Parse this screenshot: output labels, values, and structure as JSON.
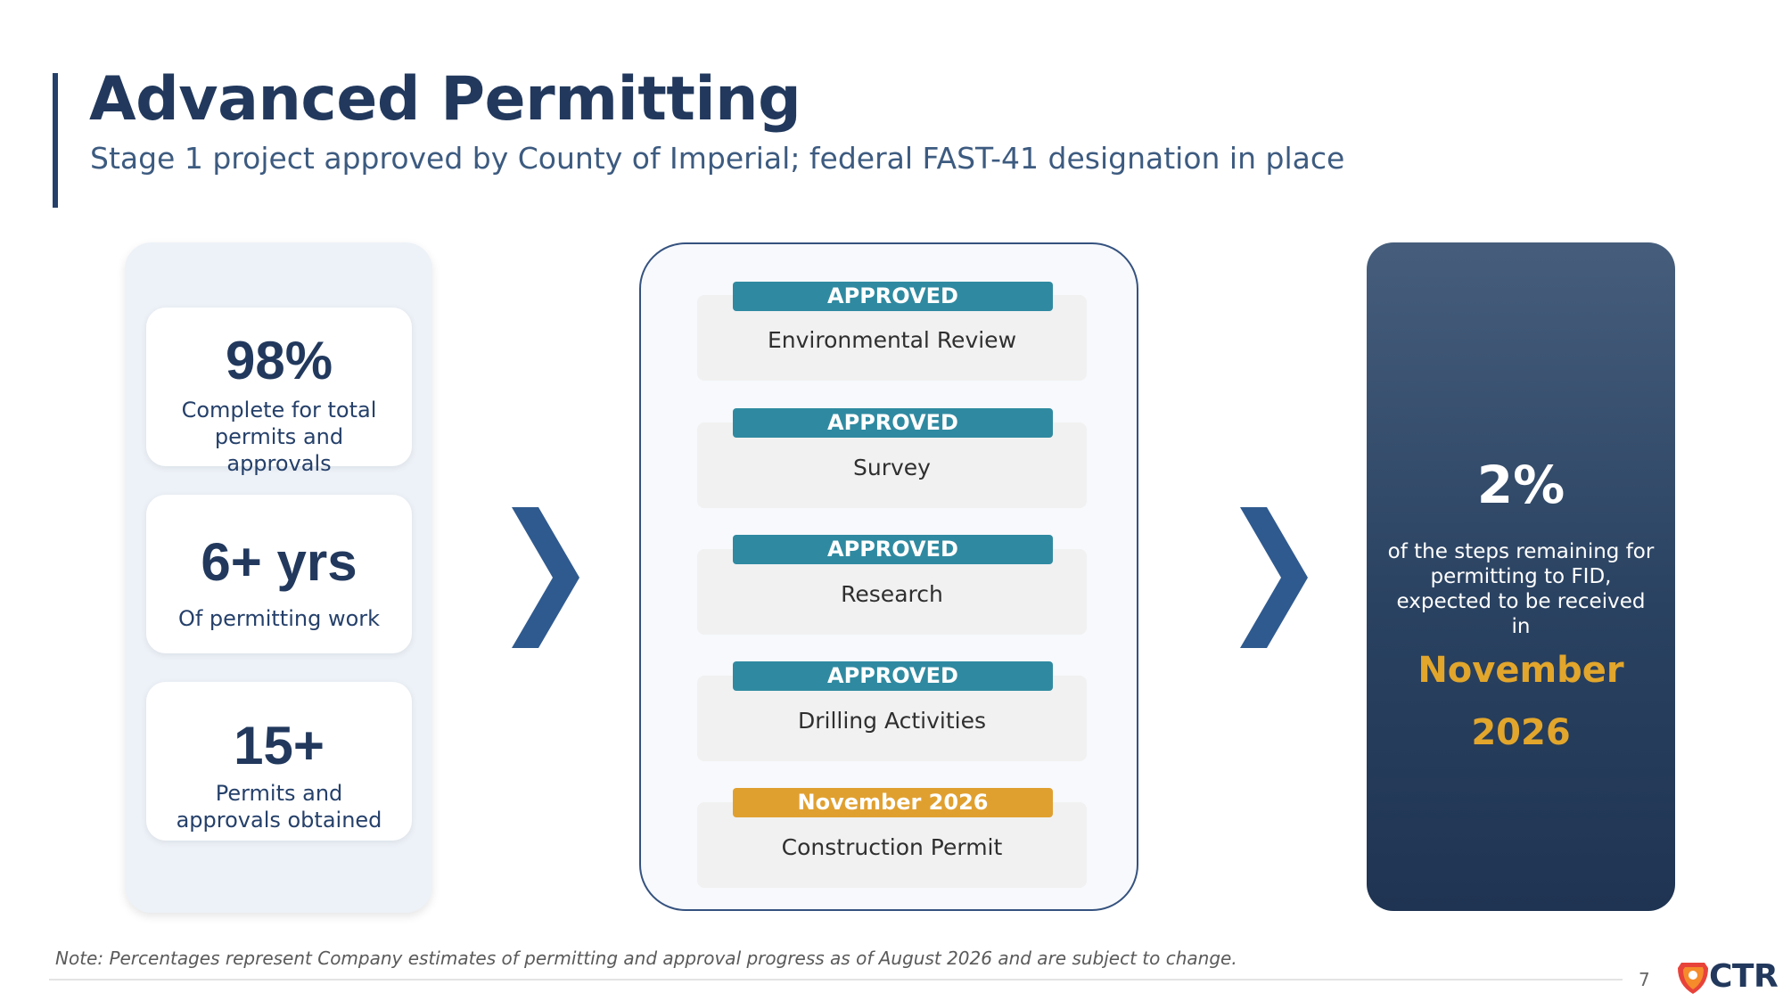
{
  "header": {
    "title": "Advanced Permitting",
    "subtitle": "Stage 1 project approved by County of Imperial; federal FAST-41 designation in place"
  },
  "stats": [
    {
      "value": "98%",
      "label": "Complete for total permits and approvals"
    },
    {
      "value": "6+ yrs",
      "label": "Of permitting work"
    },
    {
      "value": "15+",
      "label": "Permits and approvals obtained"
    }
  ],
  "permits": [
    {
      "badge": "APPROVED",
      "label": "Environmental Review",
      "status": "approved"
    },
    {
      "badge": "APPROVED",
      "label": "Survey",
      "status": "approved"
    },
    {
      "badge": "APPROVED",
      "label": "Research",
      "status": "approved"
    },
    {
      "badge": "APPROVED",
      "label": "Drilling Activities",
      "status": "approved"
    },
    {
      "badge": "November 2026",
      "label": "Construction Permit",
      "status": "pending"
    }
  ],
  "remaining": {
    "value": "2%",
    "text": "of the steps remaining for permitting to FID, expected to be received in",
    "date": "November 2026"
  },
  "footer": {
    "note": "Note: Percentages represent Company estimates of permitting and approval progress as of August 2026 and are subject to change.",
    "page_number": "7",
    "logo_text": "CTR"
  },
  "colors": {
    "approved": "#2f8aa1",
    "pending": "#e0a030",
    "accent": "#2f5a8f",
    "highlight": "#e2a62c"
  },
  "icons": {
    "chevron": "chevron-right-icon",
    "logo": "flame-drop-icon"
  }
}
